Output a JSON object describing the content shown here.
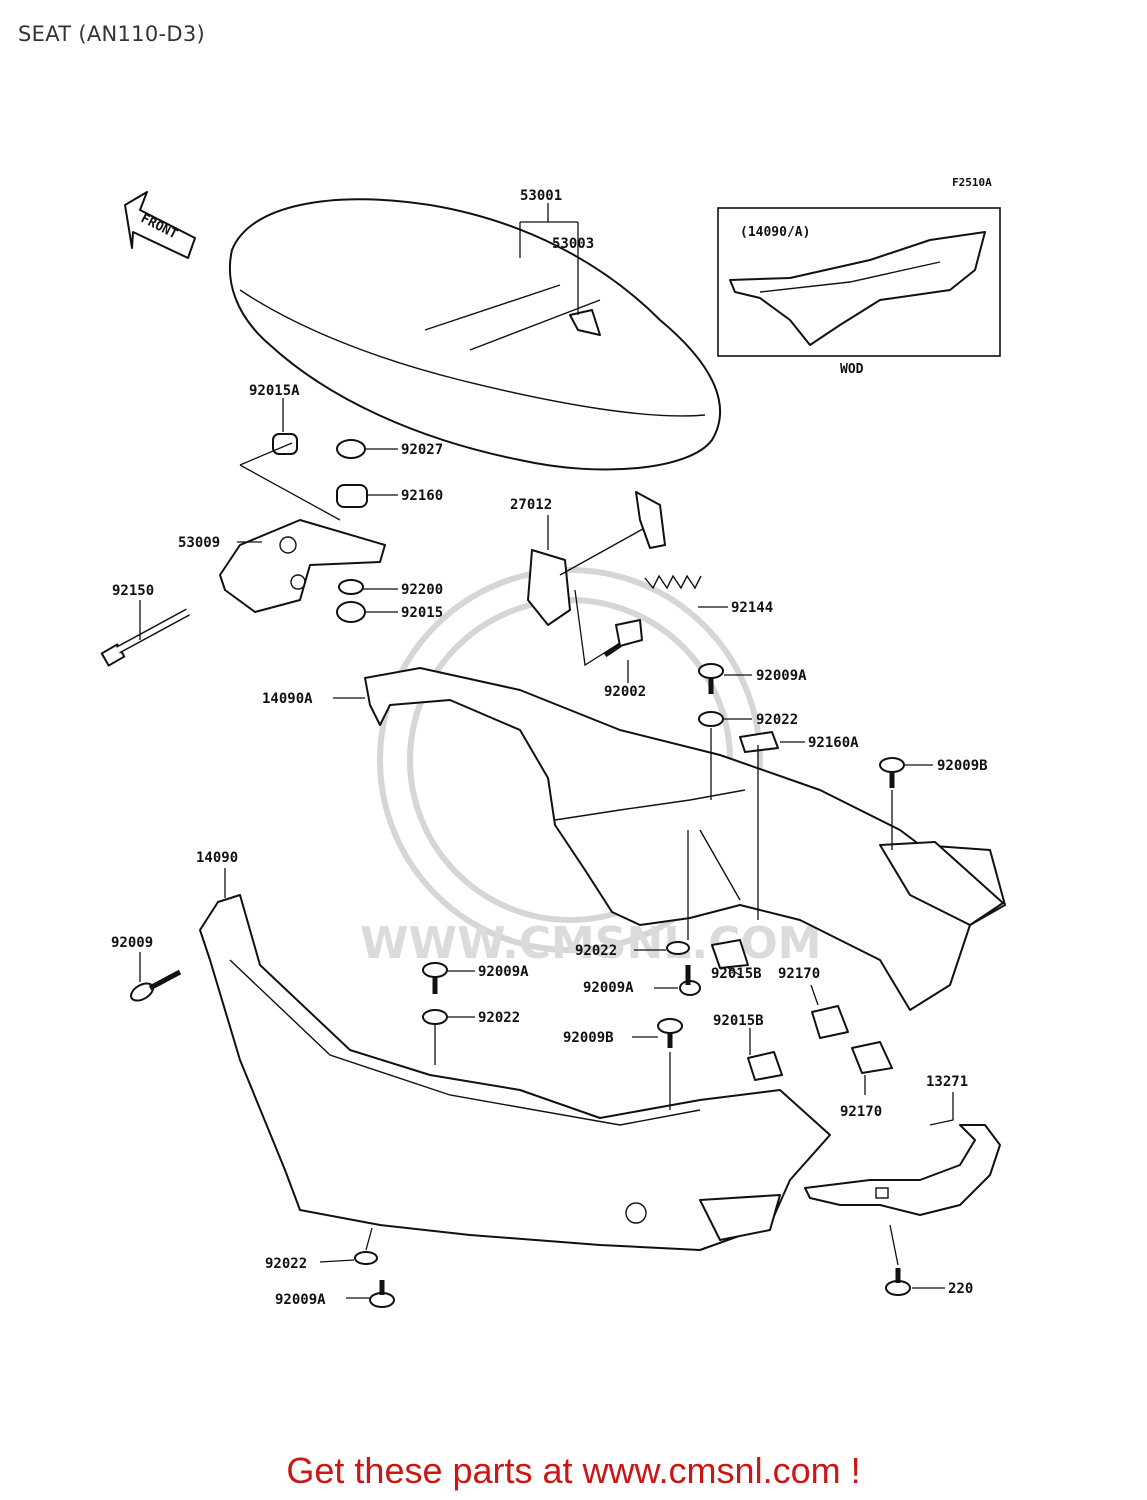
{
  "title": "SEAT (AN110-D3)",
  "figure_code": "F2510A",
  "front_label": "FRONT",
  "inset": {
    "title": "(14090/A)",
    "caption": "WOD"
  },
  "watermark": "WWW.CMSNL.COM",
  "parts": {
    "p53001": "53001",
    "p53003": "53003",
    "p92015A": "92015A",
    "p92027": "92027",
    "p92160": "92160",
    "p53009": "53009",
    "p92200": "92200",
    "p92015": "92015",
    "p92150": "92150",
    "p27012": "27012",
    "p92144": "92144",
    "p92002": "92002",
    "p92009A_1": "92009A",
    "p92022_1": "92022",
    "p92160A": "92160A",
    "p92009B_1": "92009B",
    "p14090A": "14090A",
    "p14090": "14090",
    "p92009": "92009",
    "p92022_2": "92022",
    "p92009A_2": "92009A",
    "p92009A_3": "92009A",
    "p92015B_1": "92015B",
    "p92170_1": "92170",
    "p92022_3": "92022",
    "p92009B_2": "92009B",
    "p92015B_2": "92015B",
    "p92170_2": "92170",
    "p13271": "13271",
    "p92022_4": "92022",
    "p92009A_4": "92009A",
    "p220": "220"
  },
  "promo": "Get these parts at www.cmsnl.com !"
}
